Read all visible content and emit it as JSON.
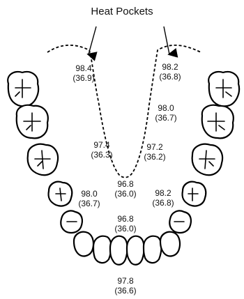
{
  "title": "Heat Pockets",
  "readings": [
    {
      "f": "98.4",
      "c": "(36.9)"
    },
    {
      "f": "98.2",
      "c": "(36.8)"
    },
    {
      "f": "98.0",
      "c": "(36.7)"
    },
    {
      "f": "97.4",
      "c": "(36.3)"
    },
    {
      "f": "97.2",
      "c": "(36.2)"
    },
    {
      "f": "96.8",
      "c": "(36.0)"
    },
    {
      "f": "98.0",
      "c": "(36.7)"
    },
    {
      "f": "98.2",
      "c": "(36.8)"
    },
    {
      "f": "96.8",
      "c": "(36.0)"
    },
    {
      "f": "97.8",
      "c": "(36.6)"
    }
  ]
}
